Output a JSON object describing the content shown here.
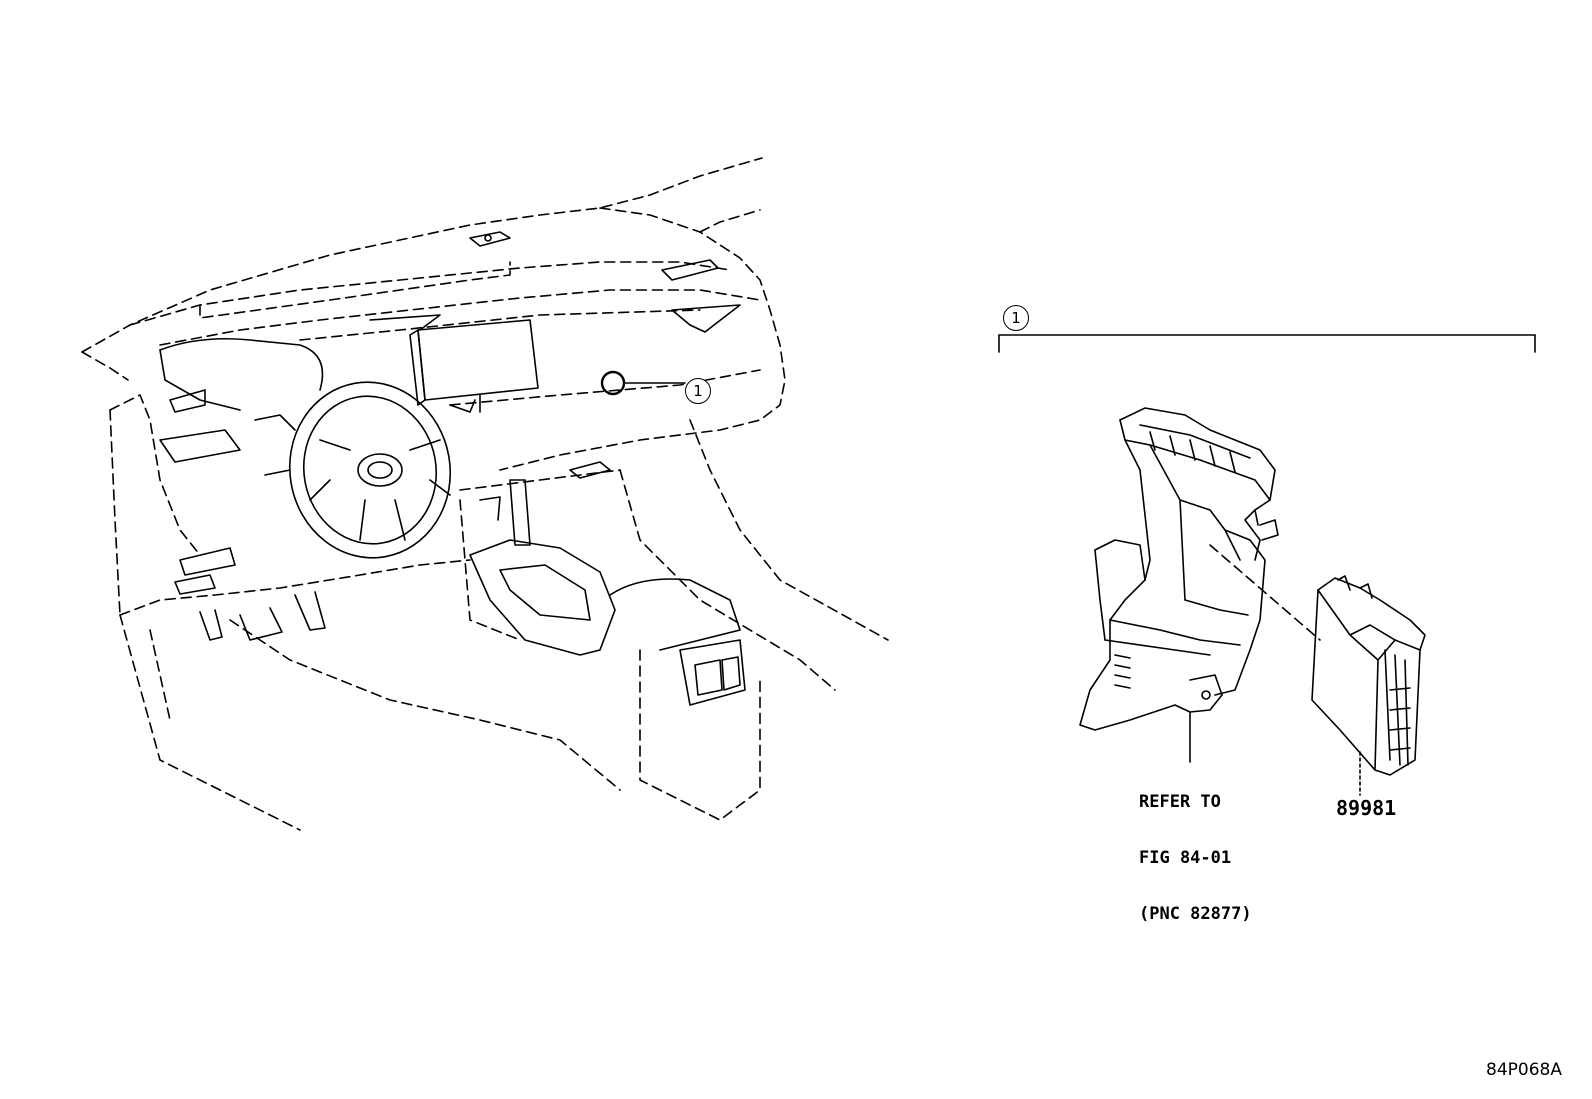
{
  "callout": {
    "number": "1"
  },
  "reference_note": {
    "line1": "REFER TO",
    "line2": "FIG 84-01",
    "line3": "(PNC 82877)"
  },
  "part_number": "89981",
  "figure_code": "84P068A"
}
